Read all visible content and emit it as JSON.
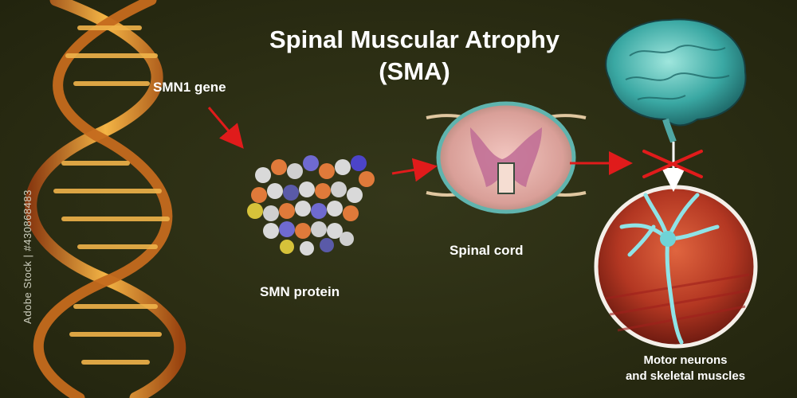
{
  "title_line1": "Spinal Muscular Atrophy",
  "title_line2": "(SMA)",
  "labels": {
    "smn1_gene": "SMN1 gene",
    "smn_protein": "SMN protein",
    "spinal_cord": "Spinal cord",
    "motor_line1": "Motor neurons",
    "motor_line2": "and skeletal muscles"
  },
  "side_id": "Adobe Stock | #430868483",
  "colors": {
    "background": "#2b2d13",
    "arrow_red": "#e01b1b",
    "arrow_white": "#ffffff",
    "dna_gold": "#e9a53a",
    "brain_teal": "#4fc3bd",
    "neuron_cyan": "#8fe3e6"
  }
}
